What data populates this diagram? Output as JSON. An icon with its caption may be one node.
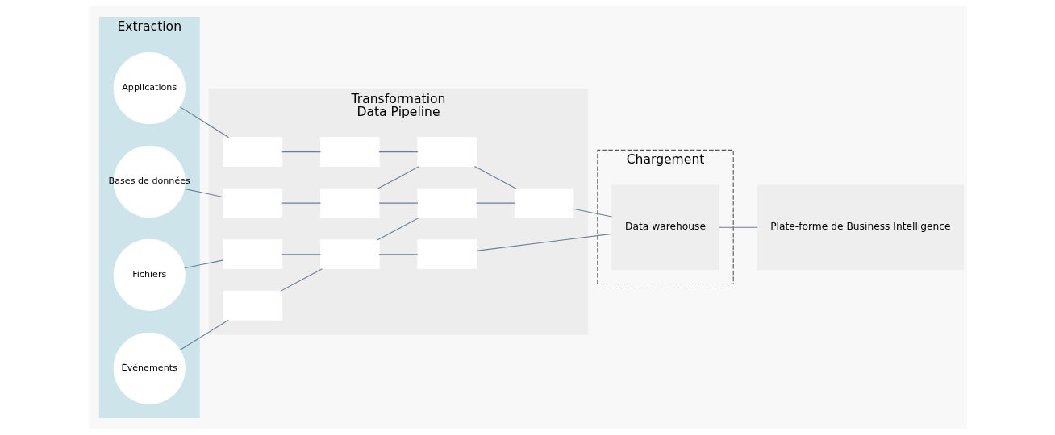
{
  "diagram": {
    "nodes": [
      {
        "text": [
          "Extraction"
        ]
      },
      {
        "text": [
          "Transformation",
          "Data Pipeline"
        ]
      },
      {
        "text": [
          "Chargement"
        ]
      },
      {
        "text": [
          "Applications"
        ],
        "in": 0
      },
      {
        "text": [
          "Bases de données"
        ],
        "in": 0
      },
      {
        "text": [
          "Fichiers"
        ],
        "in": 0
      },
      {
        "text": [
          "Événements"
        ],
        "in": 0
      },
      {
        "text": [],
        "shape": "box",
        "in": 1
      },
      {
        "text": [],
        "shape": "box",
        "in": 1
      },
      {
        "text": [],
        "shape": "box",
        "in": 1
      },
      {
        "text": [],
        "shape": "box",
        "in": 1
      },
      {
        "text": [],
        "shape": "box",
        "in": 1
      },
      {
        "text": [],
        "shape": "box",
        "in": 1
      },
      {
        "text": [],
        "shape": "box",
        "in": 1
      },
      {
        "text": [],
        "shape": "box",
        "in": 1
      },
      {
        "text": [],
        "shape": "box",
        "in": 1
      },
      {
        "text": [],
        "shape": "box",
        "in": 1
      },
      {
        "text": [],
        "shape": "box",
        "in": 1
      },
      {
        "text": [
          "Data warehouse"
        ],
        "in": 2
      },
      {
        "text": [
          "Plate-forme de Business Intelligence"
        ]
      }
    ],
    "edges": [
      {
        "from": 3,
        "to": 7,
        "arrow": "none"
      },
      {
        "from": 4,
        "to": 8,
        "arrow": "none"
      },
      {
        "from": 5,
        "to": 9,
        "arrow": "none"
      },
      {
        "from": 6,
        "to": 10,
        "arrow": "none"
      },
      {
        "from": 7,
        "to": 11,
        "arrow": "none"
      },
      {
        "from": 8,
        "to": 12,
        "arrow": "none"
      },
      {
        "from": 9,
        "to": 13,
        "arrow": "none"
      },
      {
        "from": 10,
        "to": 13,
        "arrow": "none"
      },
      {
        "from": 11,
        "to": 14,
        "arrow": "none"
      },
      {
        "from": 12,
        "to": 14,
        "arrow": "none"
      },
      {
        "from": 12,
        "to": 15,
        "arrow": "none"
      },
      {
        "from": 13,
        "to": 15,
        "arrow": "none"
      },
      {
        "from": 13,
        "to": 16,
        "arrow": "none"
      },
      {
        "from": 14,
        "to": 17,
        "arrow": "none"
      },
      {
        "from": 15,
        "to": 17,
        "arrow": "none"
      },
      {
        "from": 17,
        "to": 18,
        "arrow": "none"
      },
      {
        "from": 16,
        "to": 18,
        "arrow": "none"
      },
      {
        "from": 18,
        "to": 19,
        "arrow": "none"
      }
    ]
  }
}
